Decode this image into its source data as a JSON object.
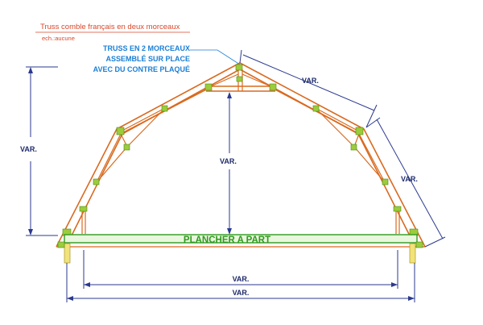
{
  "title": "Truss comble français en deux morceaux",
  "scale": "ech.:aucune",
  "note": {
    "line1": "TRUSS EN 2 MORCEAUX",
    "line2": "ASSEMBLÉ SUR PLACE",
    "line3": "AVEC DU CONTRE PLAQUÉ"
  },
  "floor_label": "PLANCHER A PART",
  "dimensions": {
    "wall_height": "VAR.",
    "ridge_height": "VAR.",
    "upper_slope": "VAR.",
    "lower_slope": "VAR.",
    "inner_span": "VAR.",
    "outer_span": "VAR."
  },
  "colors": {
    "timber": "#d96a1f",
    "dimension": "#2b3a8f",
    "note": "#1a7fd6",
    "floor": "#2f9a1f",
    "title": "#d9482b",
    "gusset_plate": "#9ccc3c"
  }
}
